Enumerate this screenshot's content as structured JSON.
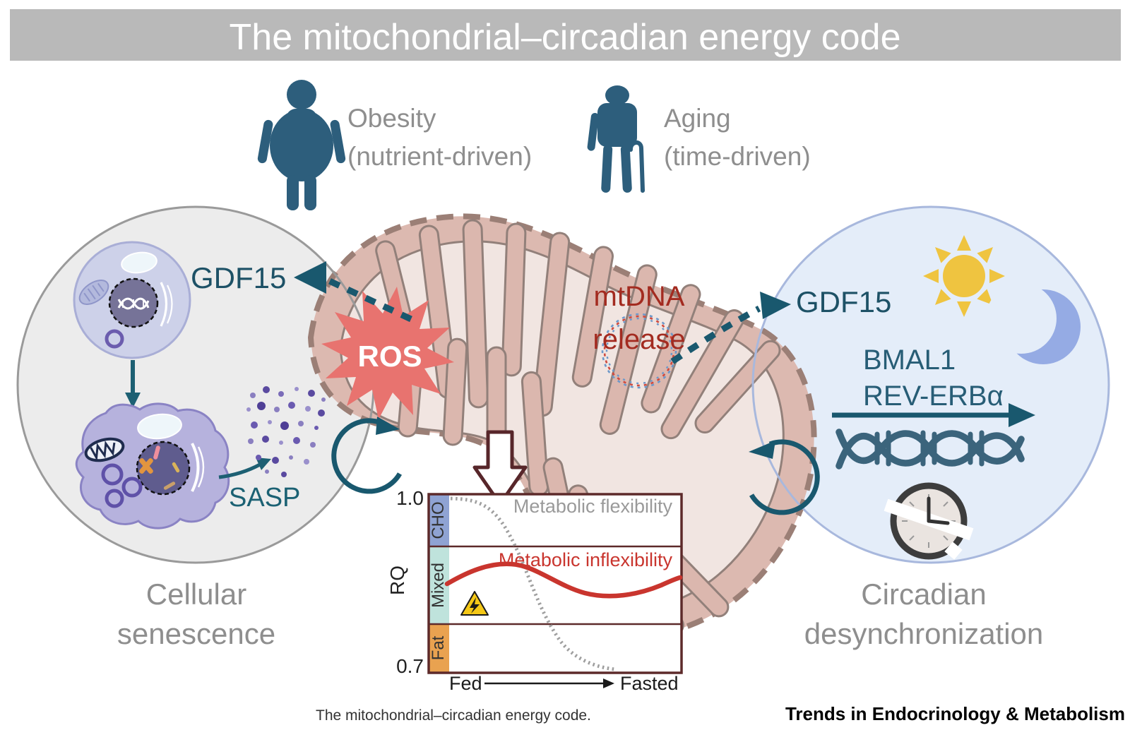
{
  "title": "The mitochondrial–circadian energy code",
  "drivers": {
    "obesity": {
      "label": "Obesity",
      "sublabel": "(nutrient-driven)"
    },
    "aging": {
      "label": "Aging",
      "sublabel": "(time-driven)"
    }
  },
  "senescence": {
    "gdf15": "GDF15",
    "sasp": "SASP",
    "label_line1": "Cellular",
    "label_line2": "senescence"
  },
  "mitochondrion": {
    "ros": "ROS",
    "mtdna_line1": "mtDNA",
    "mtdna_line2": "release"
  },
  "circadian": {
    "gdf15": "GDF15",
    "gene1": "BMAL1",
    "gene2": "REV-ERBα",
    "label_line1": "Circadian",
    "label_line2": "desynchronization"
  },
  "chart_data": {
    "type": "line",
    "title": "",
    "xlabel": "",
    "ylabel": "RQ",
    "ylim": [
      0.7,
      1.0
    ],
    "ytick_labels": [
      "1.0",
      "0.7"
    ],
    "x_axis": {
      "start_label": "Fed",
      "end_label": "Fasted",
      "arrow": "Fed to Fasted"
    },
    "bands": [
      {
        "label": "CHO",
        "color": "#8fa3d3",
        "rq_range": [
          0.91,
          1.0
        ]
      },
      {
        "label": "Mixed",
        "color": "#bfe3dc",
        "rq_range": [
          0.78,
          0.91
        ]
      },
      {
        "label": "Fat",
        "color": "#e9a250",
        "rq_range": [
          0.7,
          0.78
        ]
      }
    ],
    "series": [
      {
        "name": "Metabolic flexibility",
        "color": "#9a9a9a",
        "style": "dotted",
        "x_frac": [
          0.0,
          0.08,
          0.16,
          0.24,
          0.32,
          0.4,
          0.48,
          0.56,
          0.64,
          0.72
        ],
        "rq": [
          1.0,
          0.99,
          0.975,
          0.945,
          0.9,
          0.845,
          0.79,
          0.745,
          0.715,
          0.705
        ]
      },
      {
        "name": "Metabolic inflexibility",
        "color": "#c9352e",
        "style": "solid",
        "x_frac": [
          0.0,
          0.1,
          0.2,
          0.3,
          0.4,
          0.5,
          0.6,
          0.7,
          0.8,
          0.9,
          1.0
        ],
        "rq": [
          0.851,
          0.862,
          0.876,
          0.881,
          0.872,
          0.855,
          0.84,
          0.831,
          0.833,
          0.845,
          0.859
        ]
      }
    ],
    "annotations": [
      "hazard warning symbol in Mixed band near Fed side"
    ],
    "grid": "off",
    "legend": "labels inline above curves"
  },
  "caption": "The mitochondrial–circadian energy code.",
  "journal": "Trends in Endocrinology & Metabolism",
  "icons": {
    "obese-person-icon": "filled human pictogram, wide body",
    "elderly-person-icon": "filled human pictogram with cane",
    "ros-burst-icon": "red starburst",
    "mtdna-ring-icon": "red/blue circular plasmid squiggle",
    "sun-icon": "yellow sun with 8 rays",
    "moon-icon": "blue crescent",
    "dna-helix-icon": "teal double helix",
    "broken-clock-icon": "clock with broken ring",
    "warning-icon": "yellow triangle with lightning bolt",
    "cycle-arrow-icon": "circular teal arrow"
  },
  "colors": {
    "banner": "#b9b9b9",
    "teal": "#19586e",
    "person": "#2d5e7c",
    "gray_label": "#8e8e8e",
    "mito_outer": "#dcb9b0",
    "mito_inner": "#f1e5e1",
    "mito_border": "#9b7f76",
    "ros_red": "#e8736f",
    "dark_red_text": "#a32b20",
    "left_circle": "#ececec",
    "right_circle": "#e4edf9",
    "sun": "#efc440",
    "moon": "#95abe4",
    "chart_border": "#5d2a2a"
  }
}
